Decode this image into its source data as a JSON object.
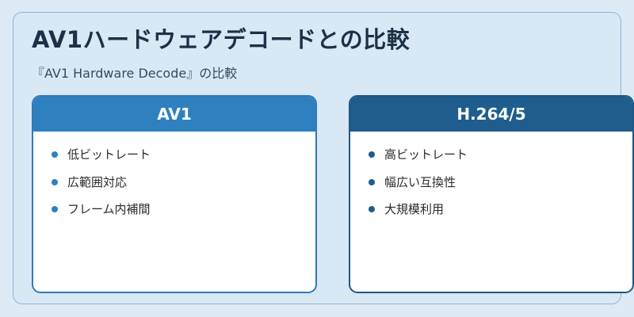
{
  "title": "AV1ハードウェアデコードとの比較",
  "subtitle": "『AV1 Hardware Decode』の比較",
  "left_card": {
    "title": "AV1",
    "items": [
      "低ビットレート",
      "広範囲対応",
      "フレーム内補間"
    ]
  },
  "right_card": {
    "title": "H.264/5",
    "items": [
      "高ビットレート",
      "幅広い互換性",
      "大規模利用"
    ]
  },
  "colors": {
    "left_accent": "#2f80bf",
    "right_accent": "#1e5d8e",
    "background": "#ddeaf6"
  }
}
